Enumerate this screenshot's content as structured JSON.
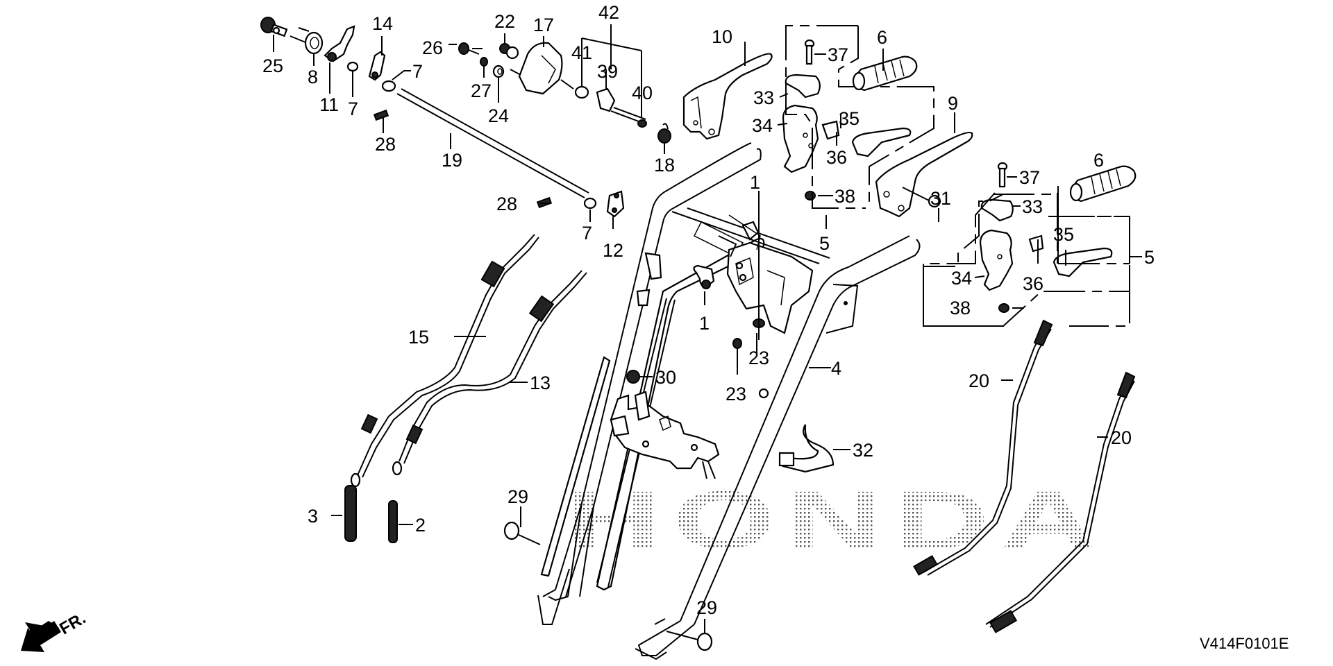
{
  "diagram": {
    "title_code": "V414F0101E",
    "watermark": "HONDA",
    "direction_indicator": "FR.",
    "callouts": {
      "p1a": "1",
      "p1b": "1",
      "p2": "2",
      "p3": "3",
      "p4": "4",
      "p5a": "5",
      "p5b": "5",
      "p6a": "6",
      "p6b": "6",
      "p7a": "7",
      "p7b": "7",
      "p7c": "7",
      "p8": "8",
      "p9": "9",
      "p10": "10",
      "p11": "11",
      "p12": "12",
      "p13": "13",
      "p14": "14",
      "p15": "15",
      "p17": "17",
      "p18": "18",
      "p19": "19",
      "p20a": "20",
      "p20b": "20",
      "p22": "22",
      "p23a": "23",
      "p23b": "23",
      "p24": "24",
      "p25": "25",
      "p26": "26",
      "p27": "27",
      "p28a": "28",
      "p28b": "28",
      "p29a": "29",
      "p29b": "29",
      "p30": "30",
      "p31": "31",
      "p32": "32",
      "p33a": "33",
      "p33b": "33",
      "p34a": "34",
      "p34b": "34",
      "p35a": "35",
      "p35b": "35",
      "p36a": "36",
      "p36b": "36",
      "p37a": "37",
      "p37b": "37",
      "p38a": "38",
      "p38b": "38",
      "p39": "39",
      "p40": "40",
      "p41": "41",
      "p42": "42"
    },
    "colors": {
      "ink": "#000000",
      "background": "#ffffff",
      "watermark": "#b0b0b0"
    }
  }
}
